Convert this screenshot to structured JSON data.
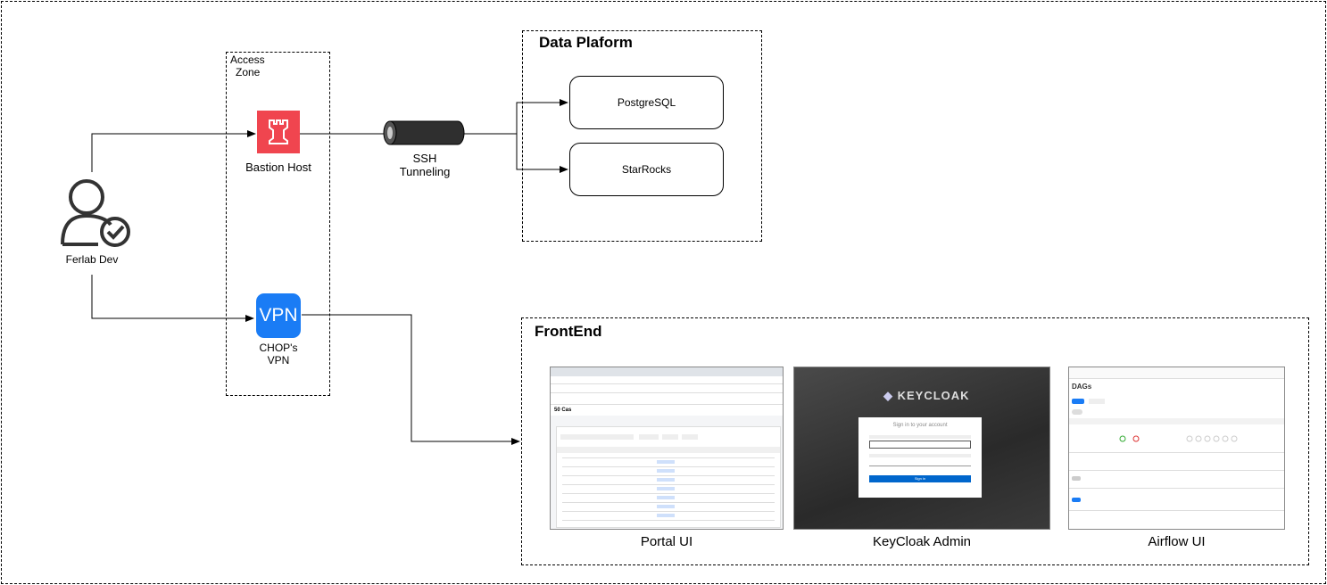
{
  "access_zone": {
    "title_line1": "Access",
    "title_line2": "Zone"
  },
  "bastion": {
    "icon": "rook-icon",
    "label": "Bastion Host",
    "color": "#f0454f"
  },
  "vpn": {
    "icon_text": "VPN",
    "label_line1": "CHOP's",
    "label_line2": "VPN",
    "color": "#1a7cf5"
  },
  "user": {
    "label": "Ferlab Dev"
  },
  "tunnel": {
    "label_line1": "SSH",
    "label_line2": "Tunneling"
  },
  "data_platform": {
    "title": "Data Plaform",
    "nodes": [
      "PostgreSQL",
      "StarRocks"
    ]
  },
  "frontend": {
    "title": "FrontEnd",
    "apps": [
      {
        "label": "Portal UI",
        "page_title": "50 Cas"
      },
      {
        "label": "KeyCloak Admin",
        "brand": "KEYCLOAK",
        "signin": "Sign in to your account",
        "button": "Sign in"
      },
      {
        "label": "Airflow UI",
        "page_title": "DAGs"
      }
    ]
  }
}
